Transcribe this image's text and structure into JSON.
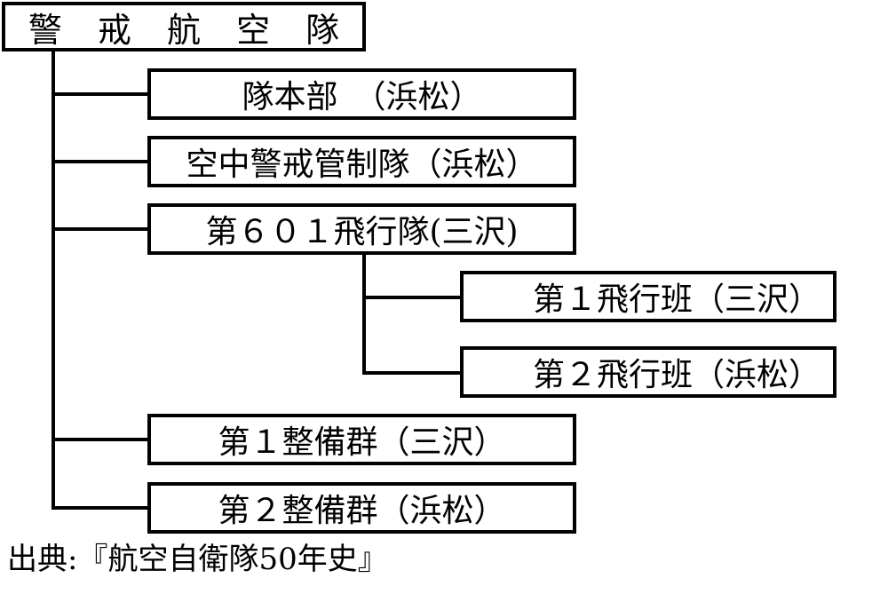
{
  "root": {
    "label": "警 戒 航 空 隊"
  },
  "units": [
    {
      "label": "隊本部　（浜松）"
    },
    {
      "label": "空中警戒管制隊（浜松）"
    },
    {
      "label": "第６０１飛行隊(三沢)"
    },
    {
      "label": "第１整備群（三沢）"
    },
    {
      "label": "第２整備群（浜松）"
    }
  ],
  "sub_units": [
    {
      "label": "第１飛行班（三沢）"
    },
    {
      "label": "第２飛行班（浜松）"
    }
  ],
  "source": "出典:『航空自衛隊50年史』",
  "colors": {
    "line": "#000000",
    "background": "#ffffff"
  }
}
